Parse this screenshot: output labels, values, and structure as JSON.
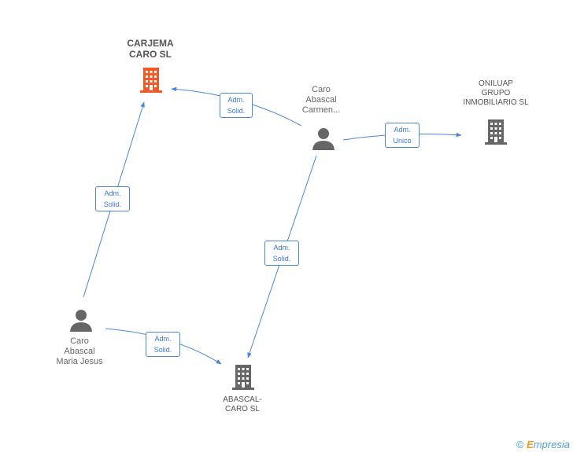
{
  "nodes": {
    "carjema": {
      "label_lines": [
        "CARJEMA",
        "CARO SL"
      ],
      "type": "company",
      "highlight": true,
      "icon": "building-icon",
      "color": "#f05a28"
    },
    "oniluap": {
      "label_lines": [
        "ONILUAP",
        "GRUPO",
        "INMOBILIARIO SL"
      ],
      "type": "company",
      "icon": "building-icon",
      "color": "#666666"
    },
    "abascal": {
      "label_lines": [
        "ABASCAL-",
        "CARO SL"
      ],
      "type": "company",
      "icon": "building-icon",
      "color": "#666666"
    },
    "caro_carmen": {
      "label_lines": [
        "Caro",
        "Abascal",
        "Carmen..."
      ],
      "type": "person",
      "icon": "person-icon",
      "color": "#666666"
    },
    "caro_maria": {
      "label_lines": [
        "Caro",
        "Abascal",
        "Maria Jesus"
      ],
      "type": "person",
      "icon": "person-icon",
      "color": "#666666"
    }
  },
  "edges": [
    {
      "id": "e1",
      "from": "caro_carmen",
      "to": "carjema",
      "label_lines": [
        "Adm.",
        "Solid."
      ]
    },
    {
      "id": "e2",
      "from": "caro_carmen",
      "to": "oniluap",
      "label_lines": [
        "Adm.",
        "Unico"
      ]
    },
    {
      "id": "e3",
      "from": "caro_carmen",
      "to": "abascal",
      "label_lines": [
        "Adm.",
        "Solid."
      ]
    },
    {
      "id": "e4",
      "from": "caro_maria",
      "to": "carjema",
      "label_lines": [
        "Adm.",
        "Solid."
      ]
    },
    {
      "id": "e5",
      "from": "caro_maria",
      "to": "abascal",
      "label_lines": [
        "Adm.",
        "Solid."
      ]
    }
  ],
  "colors": {
    "edge": "#4a86d8",
    "badge_text": "#3a78d0"
  },
  "footer": {
    "copyright_symbol": "©",
    "brand_first": "E",
    "brand_rest": "mpresia"
  }
}
